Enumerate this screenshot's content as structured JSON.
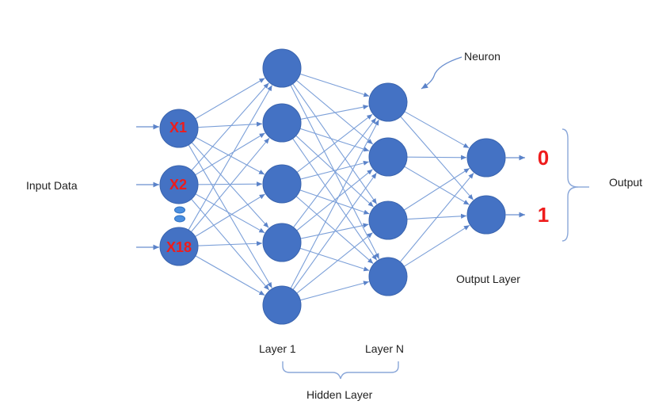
{
  "labels": {
    "input_data": "Input Data",
    "neuron": "Neuron",
    "output": "Output",
    "output_layer": "Output Layer",
    "layer_1": "Layer 1",
    "layer_n": "Layer N",
    "hidden_layer": "Hidden Layer"
  },
  "input_nodes": [
    "X1",
    "X2",
    "X18"
  ],
  "output_values": [
    "0",
    "1"
  ],
  "colors": {
    "neuron": "#4472c4",
    "edge": "#7b9fd8",
    "highlight_text": "#ee1c1c"
  }
}
